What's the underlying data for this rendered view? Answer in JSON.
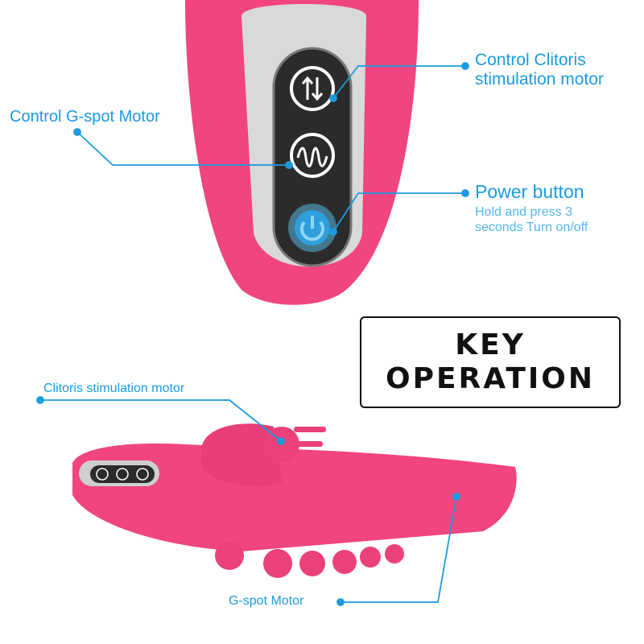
{
  "colors": {
    "accent": "#1a9be0",
    "body": "#f0457e",
    "panel": "#2b2b2b",
    "power_glow": "#5cc3f2"
  },
  "title": {
    "line1": "KEY",
    "line2": "OPERATION"
  },
  "callouts": {
    "clitoris_control": {
      "line1": "Control Clitoris",
      "line2": "stimulation motor"
    },
    "gspot_control": {
      "label": "Control G-spot Motor"
    },
    "power": {
      "label": "Power button",
      "desc1": "Hold and press 3",
      "desc2": "seconds Turn on/off"
    },
    "clitoris_motor": {
      "label": "Clitoris stimulation motor"
    },
    "gspot_motor": {
      "label": "G-spot Motor"
    }
  },
  "buttons": [
    {
      "name": "mode-toggle",
      "icon": "up-down-arrows-icon"
    },
    {
      "name": "vibration-pattern",
      "icon": "wave-icon"
    },
    {
      "name": "power",
      "icon": "power-icon"
    }
  ]
}
